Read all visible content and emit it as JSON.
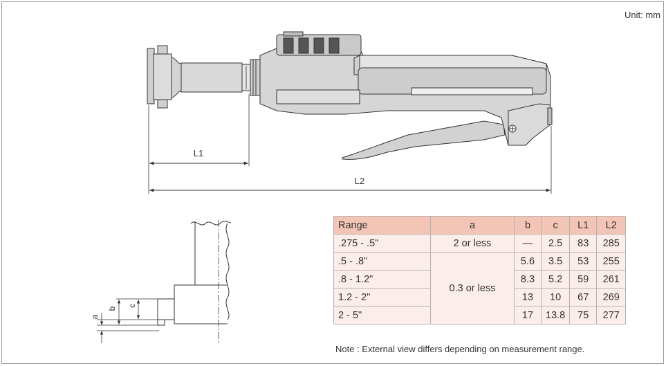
{
  "unit_label": "Unit: mm",
  "drawing": {
    "dim_L1": "L1",
    "dim_L2": "L2",
    "dim_a": "a",
    "dim_b": "b",
    "dim_c": "c"
  },
  "table": {
    "headers": [
      "Range",
      "a",
      "b",
      "c",
      "L1",
      "L2"
    ],
    "rows": [
      {
        "range": ".275 - .5\"",
        "a": "2 or less",
        "b": "—",
        "c": "2.5",
        "l1": "83",
        "l2": "285"
      },
      {
        "range": ".5 - .8\"",
        "a": "0.3 or less",
        "b": "5.6",
        "c": "3.5",
        "l1": "53",
        "l2": "255"
      },
      {
        "range": ".8 - 1.2\"",
        "b": "8.3",
        "c": "5.2",
        "l1": "59",
        "l2": "261"
      },
      {
        "range": "1.2 - 2\"",
        "b": "13",
        "c": "10",
        "l1": "67",
        "l2": "269"
      },
      {
        "range": "2 - 5\"",
        "b": "17",
        "c": "13.8",
        "l1": "75",
        "l2": "277"
      }
    ]
  },
  "note": "Note : External view differs depending on measurement range.",
  "colors": {
    "header_bg": "#f2c5b7",
    "row_bg": "#fbeeea",
    "body_fill": "#d9d9d9",
    "line": "#333333"
  }
}
